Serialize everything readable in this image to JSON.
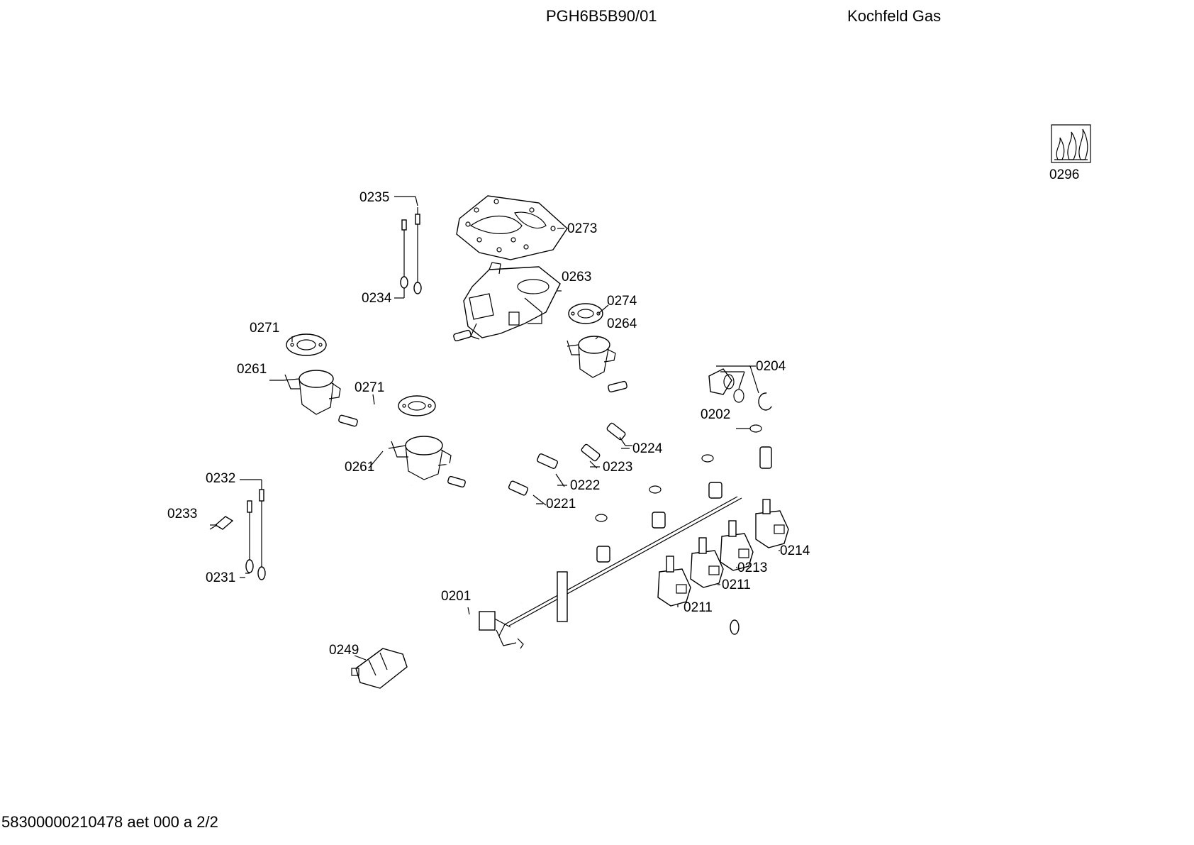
{
  "header": {
    "model": "PGH6B5B90/01",
    "title": "Kochfeld Gas"
  },
  "footer": {
    "doc_id": "58300000210478 aet 000 a 2/2"
  },
  "parts": {
    "p0296": "0296",
    "p0235": "0235",
    "p0273": "0273",
    "p0263": "0263",
    "p0234": "0234",
    "p0274": "0274",
    "p0271a": "0271",
    "p0264": "0264",
    "p0261a": "0261",
    "p0204": "0204",
    "p0271b": "0271",
    "p0202": "0202",
    "p0224": "0224",
    "p0261b": "0261",
    "p0223": "0223",
    "p0232": "0232",
    "p0222": "0222",
    "p0233": "0233",
    "p0221": "0221",
    "p0214": "0214",
    "p0213": "0213",
    "p0231": "0231",
    "p0211a": "0211",
    "p0201": "0201",
    "p0211b": "0211",
    "p0249": "0249"
  }
}
